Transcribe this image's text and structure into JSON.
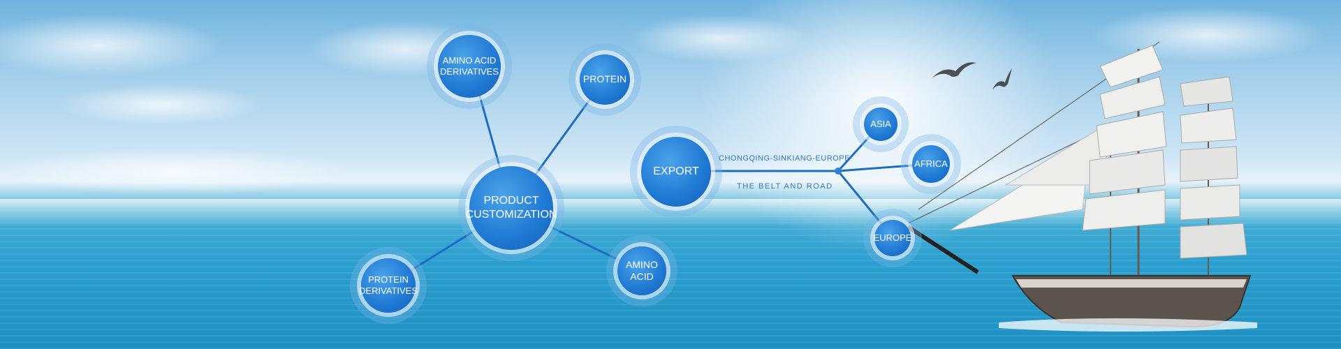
{
  "nodes": {
    "amino_acid_derivatives": "AMINO ACID\nDERIVATIVES",
    "protein": "PROTEIN",
    "product_customization": "PRODUCT\nCUSTOMIZATION",
    "protein_derivatives": "PROTEIN\nDERIVATIVES",
    "amino_acid": "AMINO\nACID",
    "export": "EXPORT",
    "asia": "ASIA",
    "africa": "AFRICA",
    "europe": "EUROPE"
  },
  "route": {
    "line1": "CHONGQING-SINKIANG-EUROPE",
    "line2": "THE BELT AND ROAD"
  },
  "colors": {
    "node_blue": "#1f78d2",
    "line_blue": "#1d6cc4",
    "route_text": "#2f78c0"
  },
  "icons": [
    "seagull-icon",
    "seagull-icon",
    "sailing-ship-icon"
  ]
}
